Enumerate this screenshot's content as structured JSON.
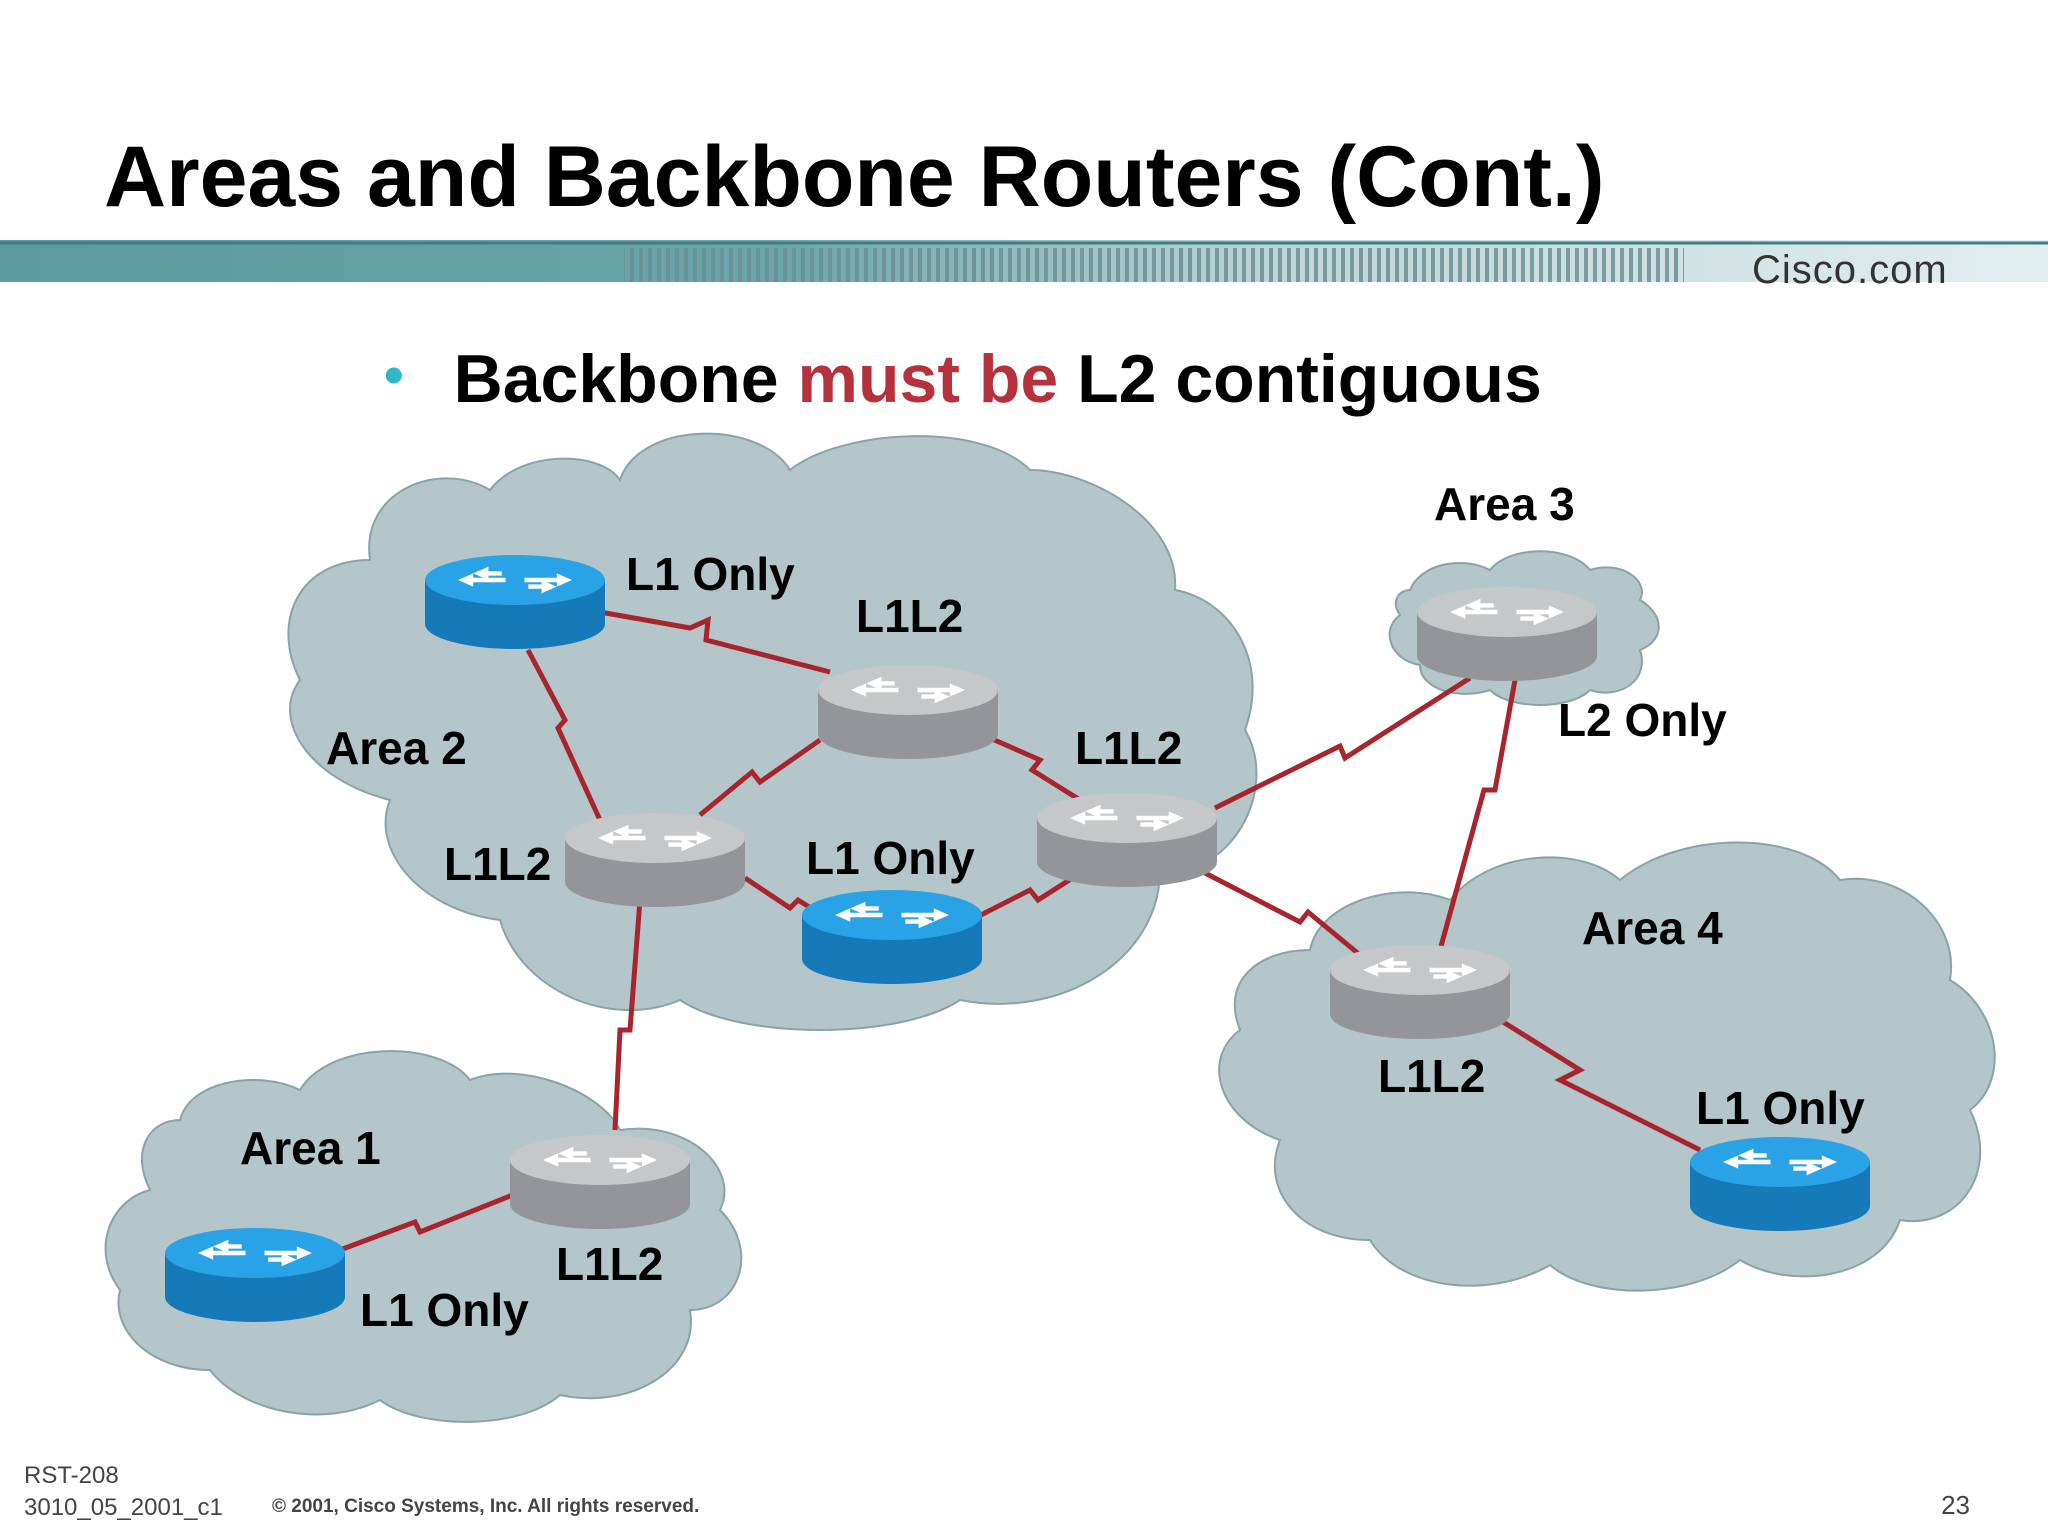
{
  "slide": {
    "title": "Areas and Backbone Routers (Cont.)",
    "brand": "Cisco.com",
    "bullet": {
      "part1": "Backbone ",
      "part2": "must be",
      "part3": " L2 contiguous"
    }
  },
  "diagram": {
    "areas": {
      "area1": "Area 1",
      "area2": "Area 2",
      "area3": "Area 3",
      "area4": "Area 4"
    },
    "labels": {
      "a2_l1only_top": "L1 Only",
      "a2_l1l2_top": "L1L2",
      "a2_l1l2_right": "L1L2",
      "a2_l1l2_left": "L1L2",
      "a2_l1only_bottom": "L1 Only",
      "a3_l2only": "L2 Only",
      "a4_l1l2": "L1L2",
      "a4_l1only": "L1 Only",
      "a1_l1l2": "L1L2",
      "a1_l1only": "L1 Only"
    }
  },
  "footer": {
    "code_line1": "RST-208",
    "code_line2": "3010_05_2001_c1",
    "copyright": "© 2001, Cisco Systems, Inc. All rights reserved.",
    "page": "23"
  },
  "colors": {
    "cloud": "#b4c6c9",
    "link": "#a8252e",
    "router_l1": "#1a8fd0",
    "router_l1l2": "#a7a9ac",
    "accent_bar": "#5a9aa0",
    "bullet_highlight": "#b5323c"
  }
}
